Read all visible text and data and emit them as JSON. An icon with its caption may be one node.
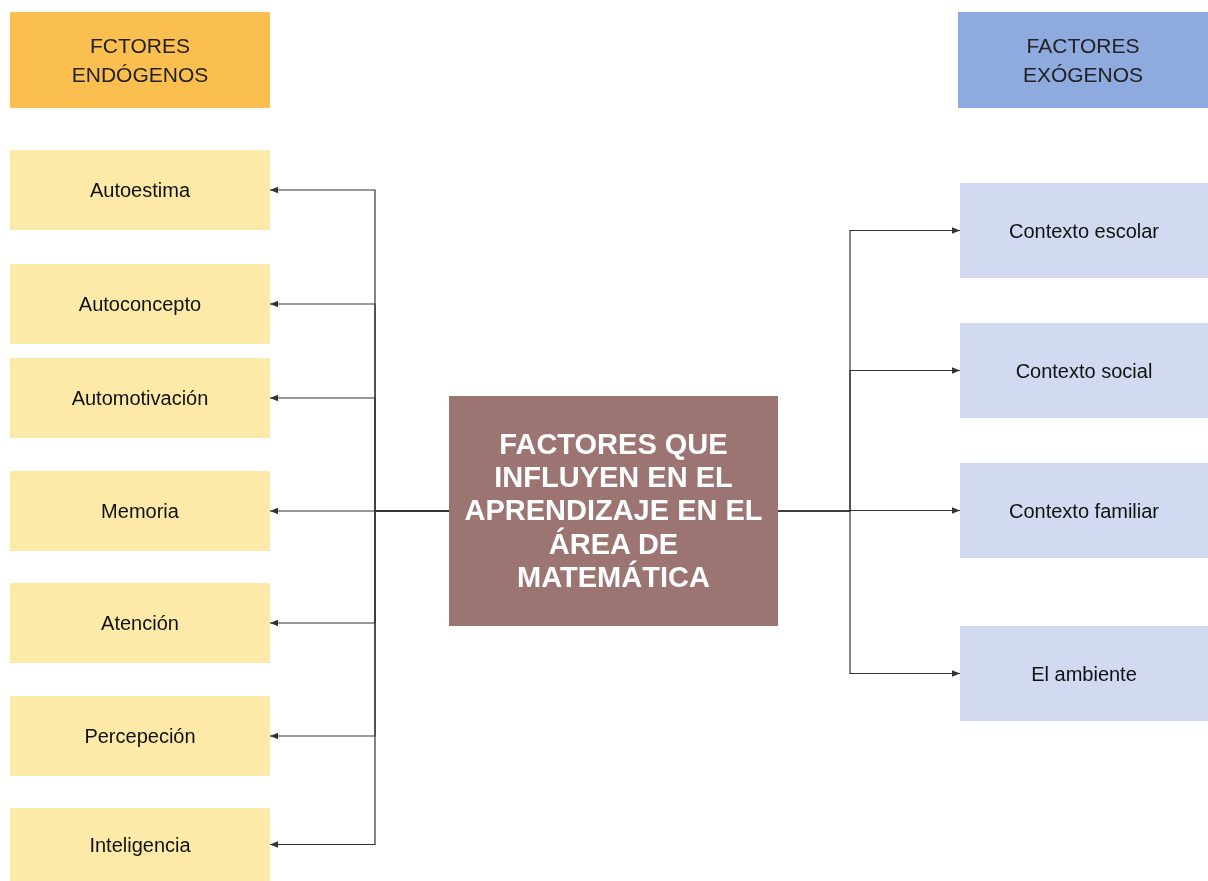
{
  "diagram": {
    "nodes": [
      {
        "text": [
          "FCTORES ENDÓGENOS"
        ]
      },
      {
        "text": [
          "FACTORES EXÓGENOS"
        ]
      },
      {
        "text": [
          "Autoestima"
        ]
      },
      {
        "text": [
          "Autoconcepto"
        ]
      },
      {
        "text": [
          "Automotivación"
        ]
      },
      {
        "text": [
          "Memoria"
        ]
      },
      {
        "text": [
          "Atención"
        ]
      },
      {
        "text": [
          "Percepeción"
        ]
      },
      {
        "text": [
          "Inteligencia"
        ]
      },
      {
        "text": [
          "FACTORES QUE INFLUYEN EN EL APRENDIZAJE EN EL ÁREA DE MATEMÁTICA"
        ]
      },
      {
        "text": [
          "Contexto escolar"
        ]
      },
      {
        "text": [
          "Contexto social"
        ]
      },
      {
        "text": [
          "Contexto familiar"
        ]
      },
      {
        "text": [
          "El ambiente"
        ]
      }
    ],
    "edges": [
      {
        "from": 9,
        "to": 2,
        "arrow": "to"
      },
      {
        "from": 9,
        "to": 3,
        "arrow": "to"
      },
      {
        "from": 9,
        "to": 4,
        "arrow": "to"
      },
      {
        "from": 9,
        "to": 5,
        "arrow": "to"
      },
      {
        "from": 9,
        "to": 6,
        "arrow": "to"
      },
      {
        "from": 9,
        "to": 7,
        "arrow": "to"
      },
      {
        "from": 9,
        "to": 8,
        "arrow": "to"
      },
      {
        "from": 9,
        "to": 10,
        "arrow": "to"
      },
      {
        "from": 9,
        "to": 11,
        "arrow": "to"
      },
      {
        "from": 9,
        "to": 12,
        "arrow": "to"
      },
      {
        "from": 9,
        "to": 13,
        "arrow": "to"
      }
    ]
  }
}
